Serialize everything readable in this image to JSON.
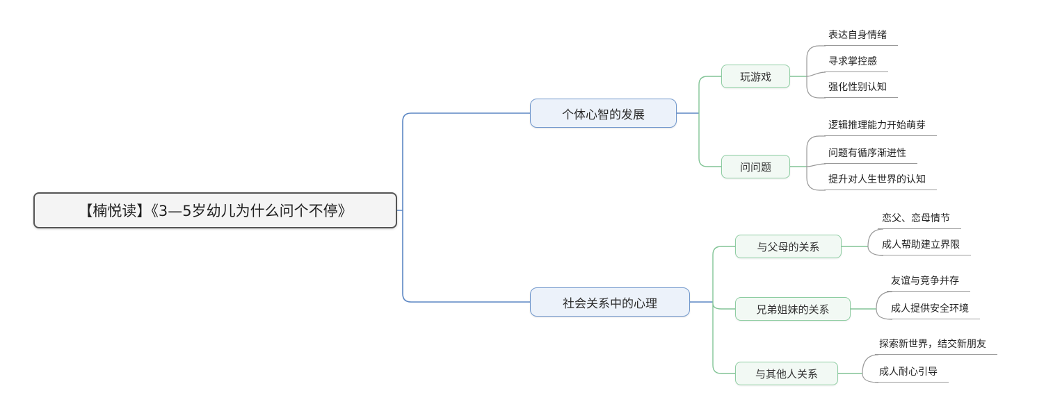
{
  "mindmap": {
    "root": {
      "label": "【楠悦读】《3—5岁幼儿为什么问个不停》"
    },
    "branches": [
      {
        "label": "个体心智的发展",
        "children": [
          {
            "label": "玩游戏",
            "leaves": [
              "表达自身情绪",
              "寻求掌控感",
              "强化性别认知"
            ]
          },
          {
            "label": "问问题",
            "leaves": [
              "逻辑推理能力开始萌芽",
              "问题有循序渐进性",
              "提升对人生世界的认知"
            ]
          }
        ]
      },
      {
        "label": "社会关系中的心理",
        "children": [
          {
            "label": "与父母的关系",
            "leaves": [
              "恋父、恋母情节",
              "成人帮助建立界限"
            ]
          },
          {
            "label": "兄弟姐妹的关系",
            "leaves": [
              "友谊与竞争并存",
              "成人提供安全环境"
            ]
          },
          {
            "label": "与其他人关系",
            "leaves": [
              "探索新世界，结交新朋友",
              "成人耐心引导"
            ]
          }
        ]
      }
    ]
  },
  "colors": {
    "line-blue": "#5b86c3",
    "line-green": "#82c496",
    "line-gray": "#999999",
    "root-border": "#555555",
    "root-fill": "#f4f4f4",
    "branch-border": "#7097cc",
    "branch-fill": "#ecf2fa",
    "topic-border": "#8ecda2",
    "topic-fill": "#f2f9f4"
  }
}
